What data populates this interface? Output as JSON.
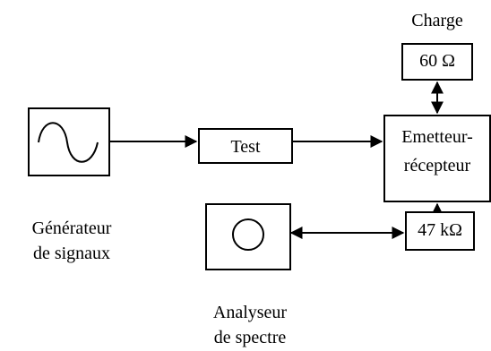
{
  "blocks": {
    "charge_label": "Charge",
    "charge_value": "60 Ω",
    "test": "Test",
    "transceiver_line1": "Emetteur-",
    "transceiver_line2": "récepteur",
    "resistor_value": "47 kΩ",
    "generator_line1": "Générateur",
    "generator_line2": "de signaux",
    "analyzer_line1": "Analyseur",
    "analyzer_line2": "de spectre"
  },
  "icons": {
    "generator": "sine-wave-icon",
    "analyzer": "circle-icon"
  },
  "colors": {
    "stroke": "#000000",
    "background": "#ffffff"
  }
}
